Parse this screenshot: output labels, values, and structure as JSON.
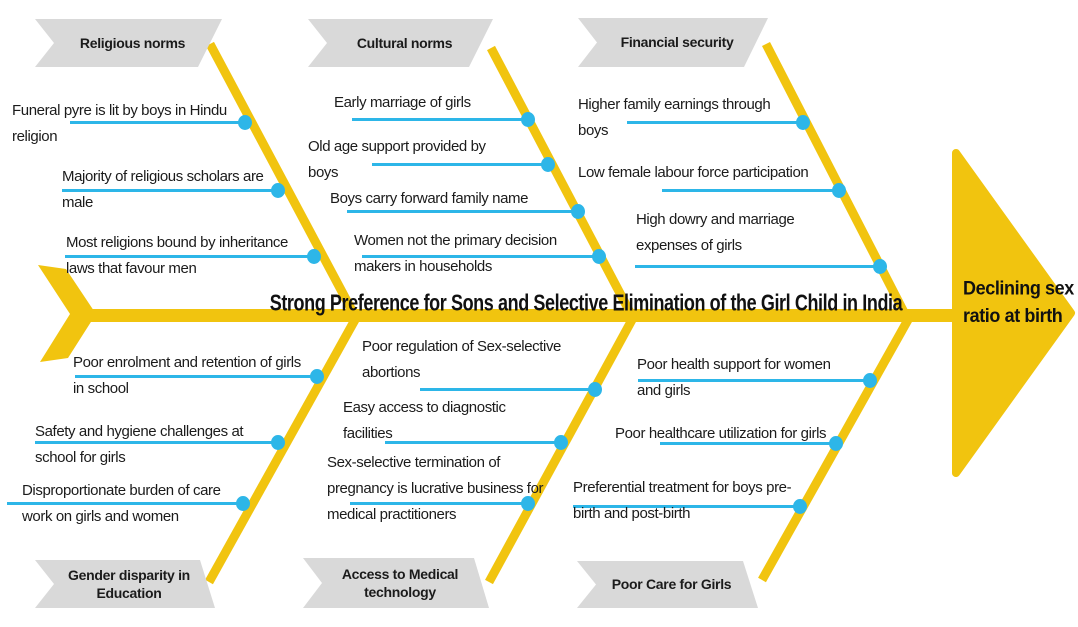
{
  "title": "Strong Preference for Sons and Selective Elimination of the Girl Child in India",
  "effect": {
    "label": "Declining sex ratio at birth"
  },
  "colors": {
    "spine_yellow": "#f1c40f",
    "connector_cyan": "#2db6e8",
    "banner_gray": "#d9d9d9",
    "text": "#1b1b1b",
    "background": "#ffffff"
  },
  "diagram_type": "fishbone cause-and-effect (Ishikawa)",
  "categories": [
    {
      "label": "Religious norms",
      "position": "top-left",
      "causes": [
        "Funeral pyre is lit by boys in Hindu religion",
        "Majority of religious scholars are male",
        "Most religions bound by inheritance laws that favour men"
      ]
    },
    {
      "label": "Cultural norms",
      "position": "top-middle",
      "causes": [
        "Early marriage of girls",
        "Old age support provided by boys",
        "Boys carry forward family name",
        "Women not the primary decision makers in households"
      ]
    },
    {
      "label": "Financial security",
      "position": "top-right",
      "causes": [
        "Higher family earnings through boys",
        "Low female labour force participation",
        "High dowry and marriage expenses of girls"
      ]
    },
    {
      "label": "Gender disparity in Education",
      "position": "bottom-left",
      "causes": [
        "Poor enrolment and retention of girls in school",
        "Safety and hygiene challenges at school for girls",
        "Disproportionate burden of care work on girls and women"
      ]
    },
    {
      "label": "Access to Medical technology",
      "position": "bottom-middle",
      "causes": [
        "Poor regulation of Sex-selective abortions",
        "Easy access to diagnostic facilities",
        "Sex-selective termination of pregnancy is lucrative business for medical practitioners"
      ]
    },
    {
      "label": "Poor Care for Girls",
      "position": "bottom-right",
      "causes": [
        "Poor health support for women and girls",
        "Poor healthcare utilization for girls",
        "Preferential treatment for boys pre-birth and post-birth"
      ]
    }
  ]
}
